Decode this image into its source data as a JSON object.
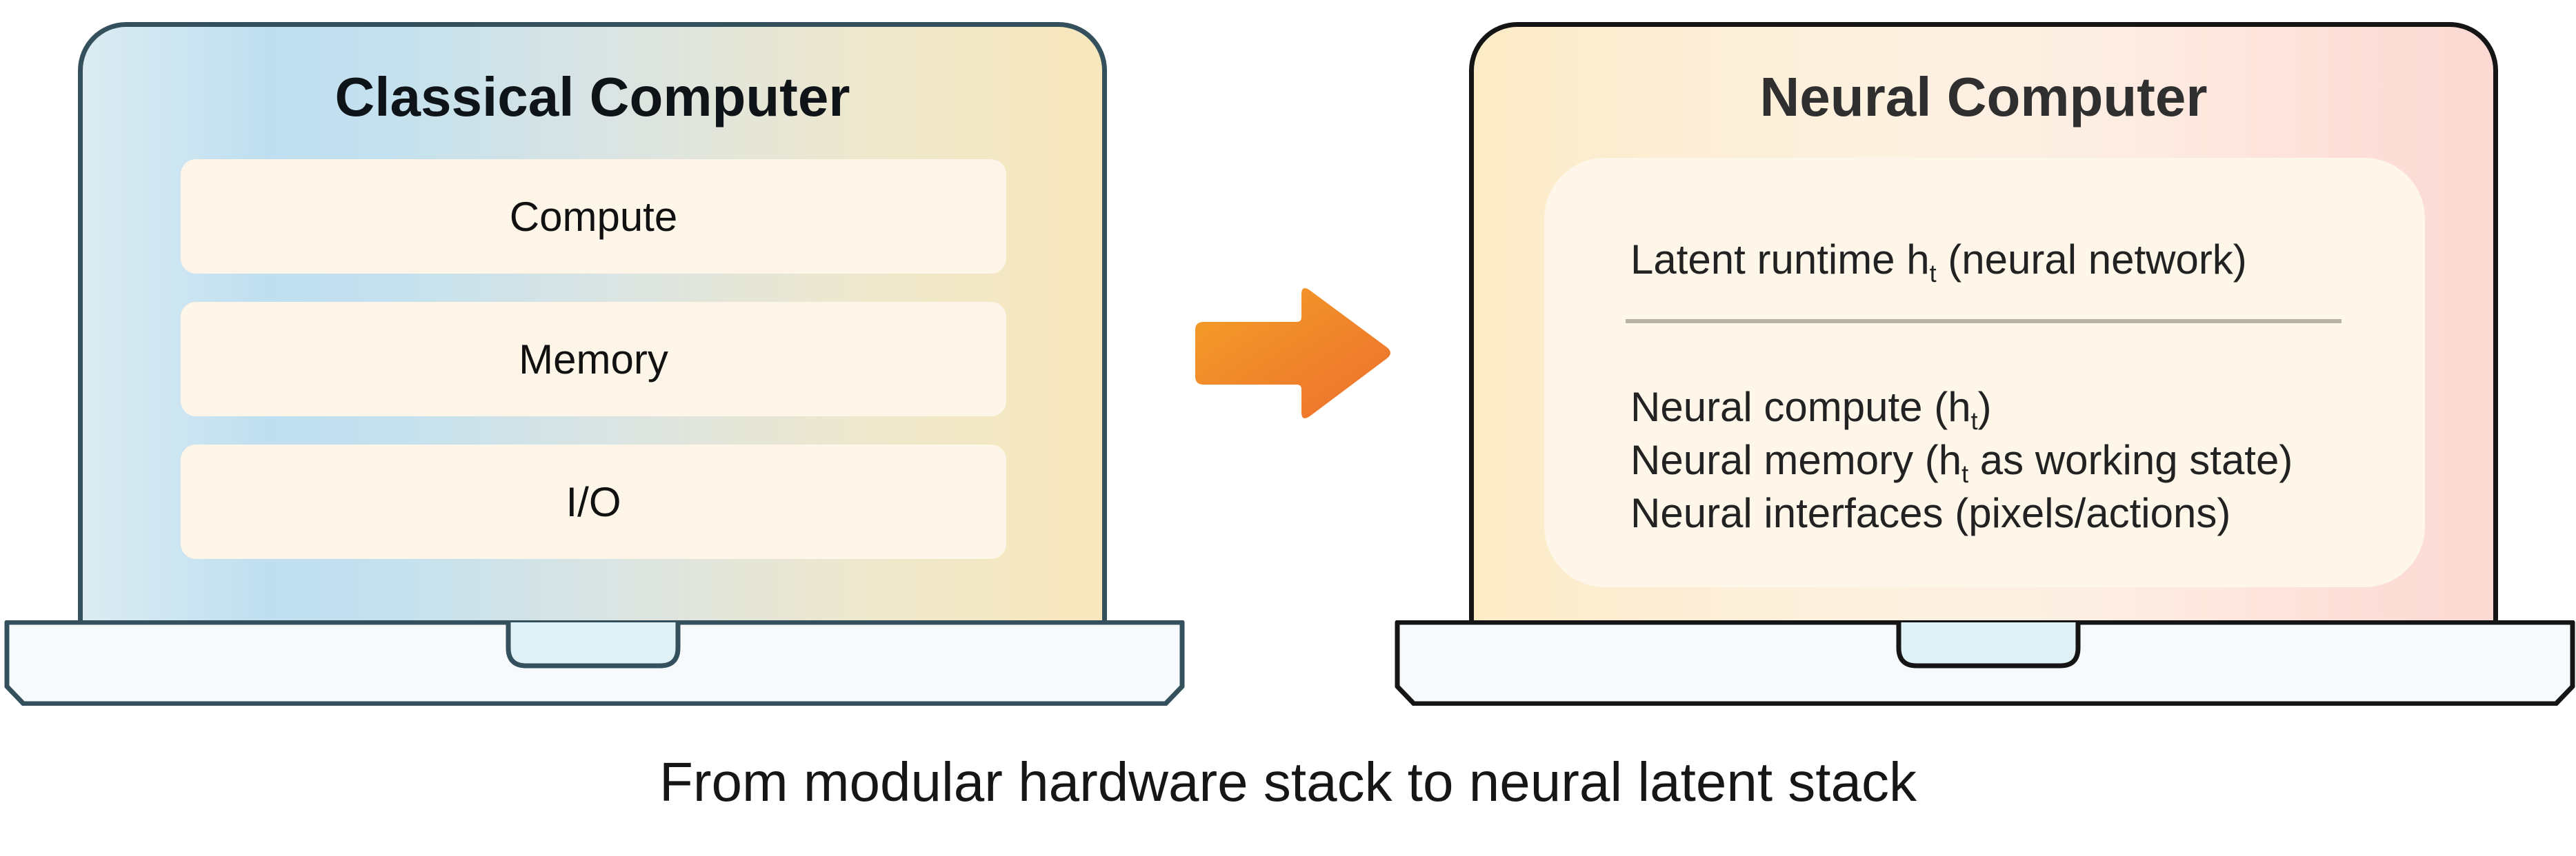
{
  "classical": {
    "title": "Classical Computer",
    "modules": [
      "Compute",
      "Memory",
      "I/O"
    ]
  },
  "neural": {
    "title": "Neural Computer",
    "runtime": {
      "prefix": "Latent runtime h",
      "sub": "t",
      "suffix": " (neural network)"
    },
    "items": [
      {
        "prefix": "Neural compute (h",
        "sub": "t",
        "suffix": ")"
      },
      {
        "prefix": "Neural memory (h",
        "sub": "t",
        "suffix": " as working state)"
      },
      {
        "prefix": "Neural interfaces (pixels/actions)",
        "sub": "",
        "suffix": ""
      }
    ]
  },
  "caption": "From modular hardware stack to neural latent stack",
  "icons": {
    "transition": "right-arrow-icon"
  },
  "colors": {
    "classical_border": "#34505d",
    "neural_border": "#151515",
    "arrow_start": "#f3a027",
    "arrow_end": "#ee6e2e"
  }
}
